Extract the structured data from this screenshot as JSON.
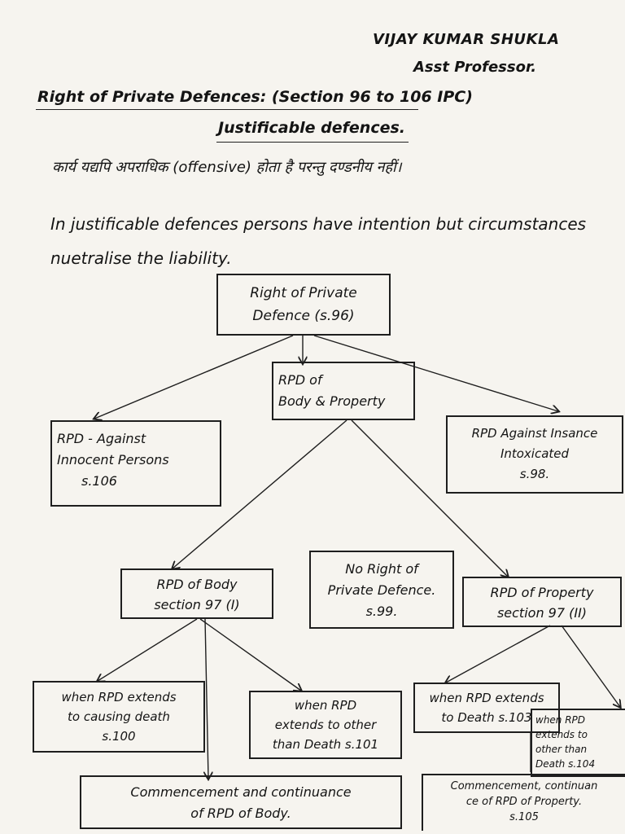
{
  "header": {
    "author": "VIJAY KUMAR SHUKLA",
    "designation": "Asst Professor."
  },
  "title": "Right of Private Defences: (Section 96 to 106 IPC)",
  "subtitle": "Justificable defences.",
  "hindi_text": "कार्य यद्यपि अपराधिक (offensive) होता है परन्तु दण्डनीय नहीं।",
  "paragraph": "In justificable defences persons have intention but circumstances nuetralise the liability.",
  "nodes": {
    "root": {
      "line1": "Right of Private",
      "line2": "Defence (s.96)"
    },
    "body_property": {
      "line1": "RPD of",
      "line2": "Body & Property"
    },
    "innocent": {
      "line1": "RPD - Against",
      "line2": "Innocent Persons",
      "line3": "s.106"
    },
    "insane": {
      "line1": "RPD Against Insance",
      "line2": "Intoxicated",
      "line3": "s.98."
    },
    "body": {
      "line1": "RPD of Body",
      "line2": "section 97 (I)"
    },
    "no_right": {
      "line1": "No Right of",
      "line2": "Private Defence.",
      "line3": "s.99."
    },
    "property": {
      "line1": "RPD of Property",
      "line2": "section 97 (II)"
    },
    "body_death": {
      "line1": "when RPD extends",
      "line2": "to causing death",
      "line3": "s.100"
    },
    "body_other": {
      "line1": "when RPD",
      "line2": "extends to other",
      "line3": "than Death s.101"
    },
    "property_death": {
      "line1": "when RPD extends",
      "line2": "to Death s.103"
    },
    "property_other": {
      "line1": "when RPD",
      "line2": "extends to",
      "line3": "other than",
      "line4": "Death s.104"
    },
    "commencement_body": {
      "line1": "Commencement and continuance",
      "line2": "of RPD of Body."
    },
    "commencement_property": {
      "line1": "Commencement, continuan",
      "line2": "ce of RPD of Property.",
      "line3": "s.105"
    }
  }
}
